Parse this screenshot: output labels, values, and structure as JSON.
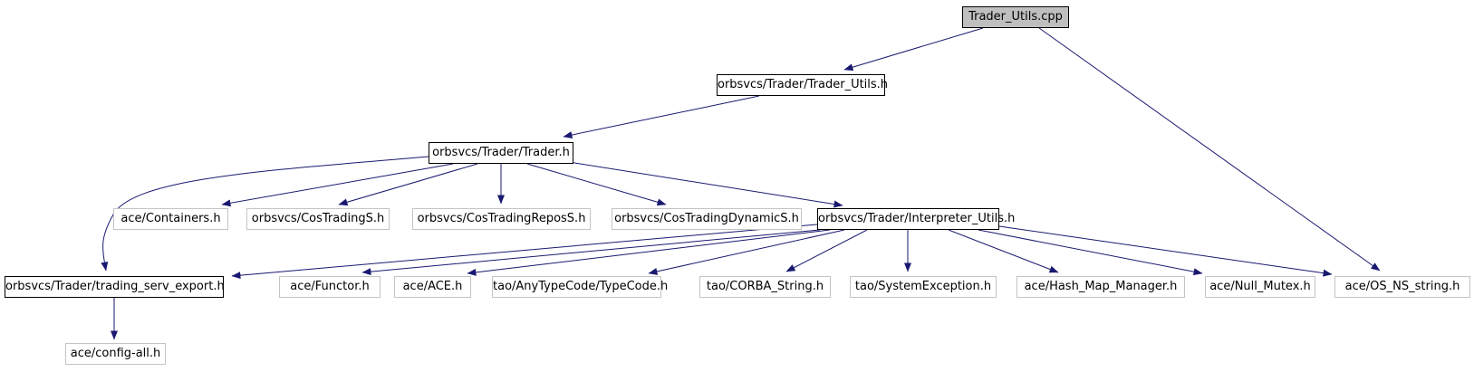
{
  "diagram": {
    "type": "include-dependency-graph",
    "colors": {
      "edge": "#191970",
      "node_border_default": "#c4c4c4",
      "node_border_emphasis": "#000000",
      "current_node_fill": "#bfbfbf",
      "background": "#ffffff"
    },
    "nodes": [
      {
        "id": "trader-utils-cpp",
        "label": "Trader_Utils.cpp",
        "style": "current"
      },
      {
        "id": "trader-utils-h",
        "label": "orbsvcs/Trader/Trader_Utils.h",
        "style": "bold"
      },
      {
        "id": "trader-h",
        "label": "orbsvcs/Trader/Trader.h",
        "style": "bold"
      },
      {
        "id": "containers-h",
        "label": "ace/Containers.h",
        "style": "plain"
      },
      {
        "id": "costradings-h",
        "label": "orbsvcs/CosTradingS.h",
        "style": "plain"
      },
      {
        "id": "costradingrepos-h",
        "label": "orbsvcs/CosTradingReposS.h",
        "style": "plain"
      },
      {
        "id": "costradingdynamic-h",
        "label": "orbsvcs/CosTradingDynamicS.h",
        "style": "plain"
      },
      {
        "id": "interpreter-utils-h",
        "label": "orbsvcs/Trader/Interpreter_Utils.h",
        "style": "bold"
      },
      {
        "id": "trading-serv-export-h",
        "label": "orbsvcs/Trader/trading_serv_export.h",
        "style": "bold"
      },
      {
        "id": "functor-h",
        "label": "ace/Functor.h",
        "style": "plain"
      },
      {
        "id": "ace-h",
        "label": "ace/ACE.h",
        "style": "plain"
      },
      {
        "id": "typecode-h",
        "label": "tao/AnyTypeCode/TypeCode.h",
        "style": "plain"
      },
      {
        "id": "corba-string-h",
        "label": "tao/CORBA_String.h",
        "style": "plain"
      },
      {
        "id": "systemexception-h",
        "label": "tao/SystemException.h",
        "style": "plain"
      },
      {
        "id": "hash-map-manager-h",
        "label": "ace/Hash_Map_Manager.h",
        "style": "plain"
      },
      {
        "id": "null-mutex-h",
        "label": "ace/Null_Mutex.h",
        "style": "plain"
      },
      {
        "id": "os-ns-string-h",
        "label": "ace/OS_NS_string.h",
        "style": "plain"
      },
      {
        "id": "config-all-h",
        "label": "ace/config-all.h",
        "style": "plain"
      }
    ],
    "edges": [
      {
        "from": "trader-utils-cpp",
        "to": "trader-utils-h"
      },
      {
        "from": "trader-utils-cpp",
        "to": "os-ns-string-h"
      },
      {
        "from": "trader-utils-h",
        "to": "trader-h"
      },
      {
        "from": "trader-h",
        "to": "containers-h"
      },
      {
        "from": "trader-h",
        "to": "costradings-h"
      },
      {
        "from": "trader-h",
        "to": "costradingrepos-h"
      },
      {
        "from": "trader-h",
        "to": "costradingdynamic-h"
      },
      {
        "from": "trader-h",
        "to": "interpreter-utils-h"
      },
      {
        "from": "trader-h",
        "to": "trading-serv-export-h"
      },
      {
        "from": "interpreter-utils-h",
        "to": "trading-serv-export-h"
      },
      {
        "from": "interpreter-utils-h",
        "to": "functor-h"
      },
      {
        "from": "interpreter-utils-h",
        "to": "ace-h"
      },
      {
        "from": "interpreter-utils-h",
        "to": "typecode-h"
      },
      {
        "from": "interpreter-utils-h",
        "to": "corba-string-h"
      },
      {
        "from": "interpreter-utils-h",
        "to": "systemexception-h"
      },
      {
        "from": "interpreter-utils-h",
        "to": "hash-map-manager-h"
      },
      {
        "from": "interpreter-utils-h",
        "to": "null-mutex-h"
      },
      {
        "from": "interpreter-utils-h",
        "to": "os-ns-string-h"
      },
      {
        "from": "trading-serv-export-h",
        "to": "config-all-h"
      }
    ]
  }
}
